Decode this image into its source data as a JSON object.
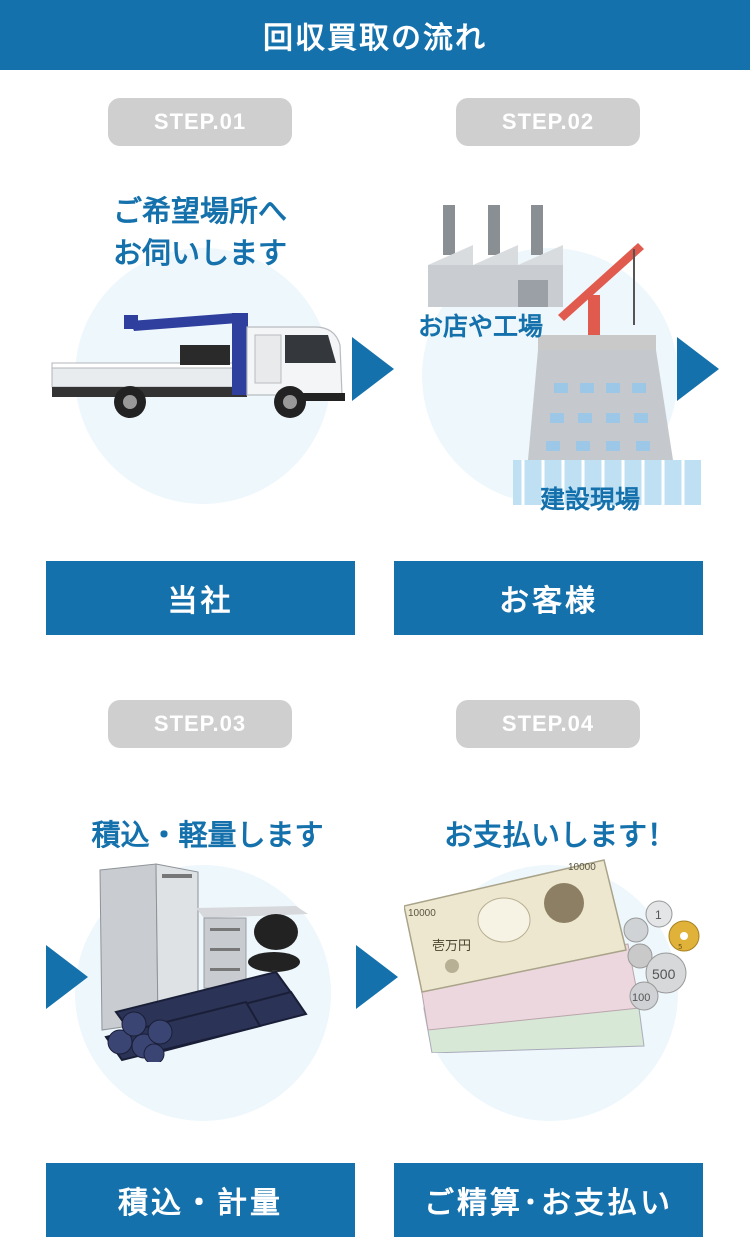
{
  "header": {
    "title": "回収買取の流れ"
  },
  "steps": [
    {
      "badge": "STEP.01",
      "heading_line1": "ご希望場所へ",
      "heading_line2": "お伺いします",
      "label": "当社",
      "illustration": "crane-truck-icon"
    },
    {
      "badge": "STEP.02",
      "caption_top": "お店や工場",
      "caption_bottom": "建設現場",
      "label": "お客様",
      "illustration": "factory-construction-icon"
    },
    {
      "badge": "STEP.03",
      "heading": "積込・軽量します",
      "label": "積込・計量",
      "illustration": "scrap-pipes-locker-icon"
    },
    {
      "badge": "STEP.04",
      "heading": "お支払いします！",
      "label": "ご精算･お支払い",
      "illustration": "yen-money-icon",
      "money": {
        "note_value": "10000",
        "note_text": "壱万円",
        "coin_values": [
          "1",
          "5",
          "500",
          "100"
        ]
      }
    }
  ],
  "colors": {
    "primary": "#1471ac",
    "badge_gray": "#cfcfcf",
    "circle_bg": "#eef7fc"
  }
}
